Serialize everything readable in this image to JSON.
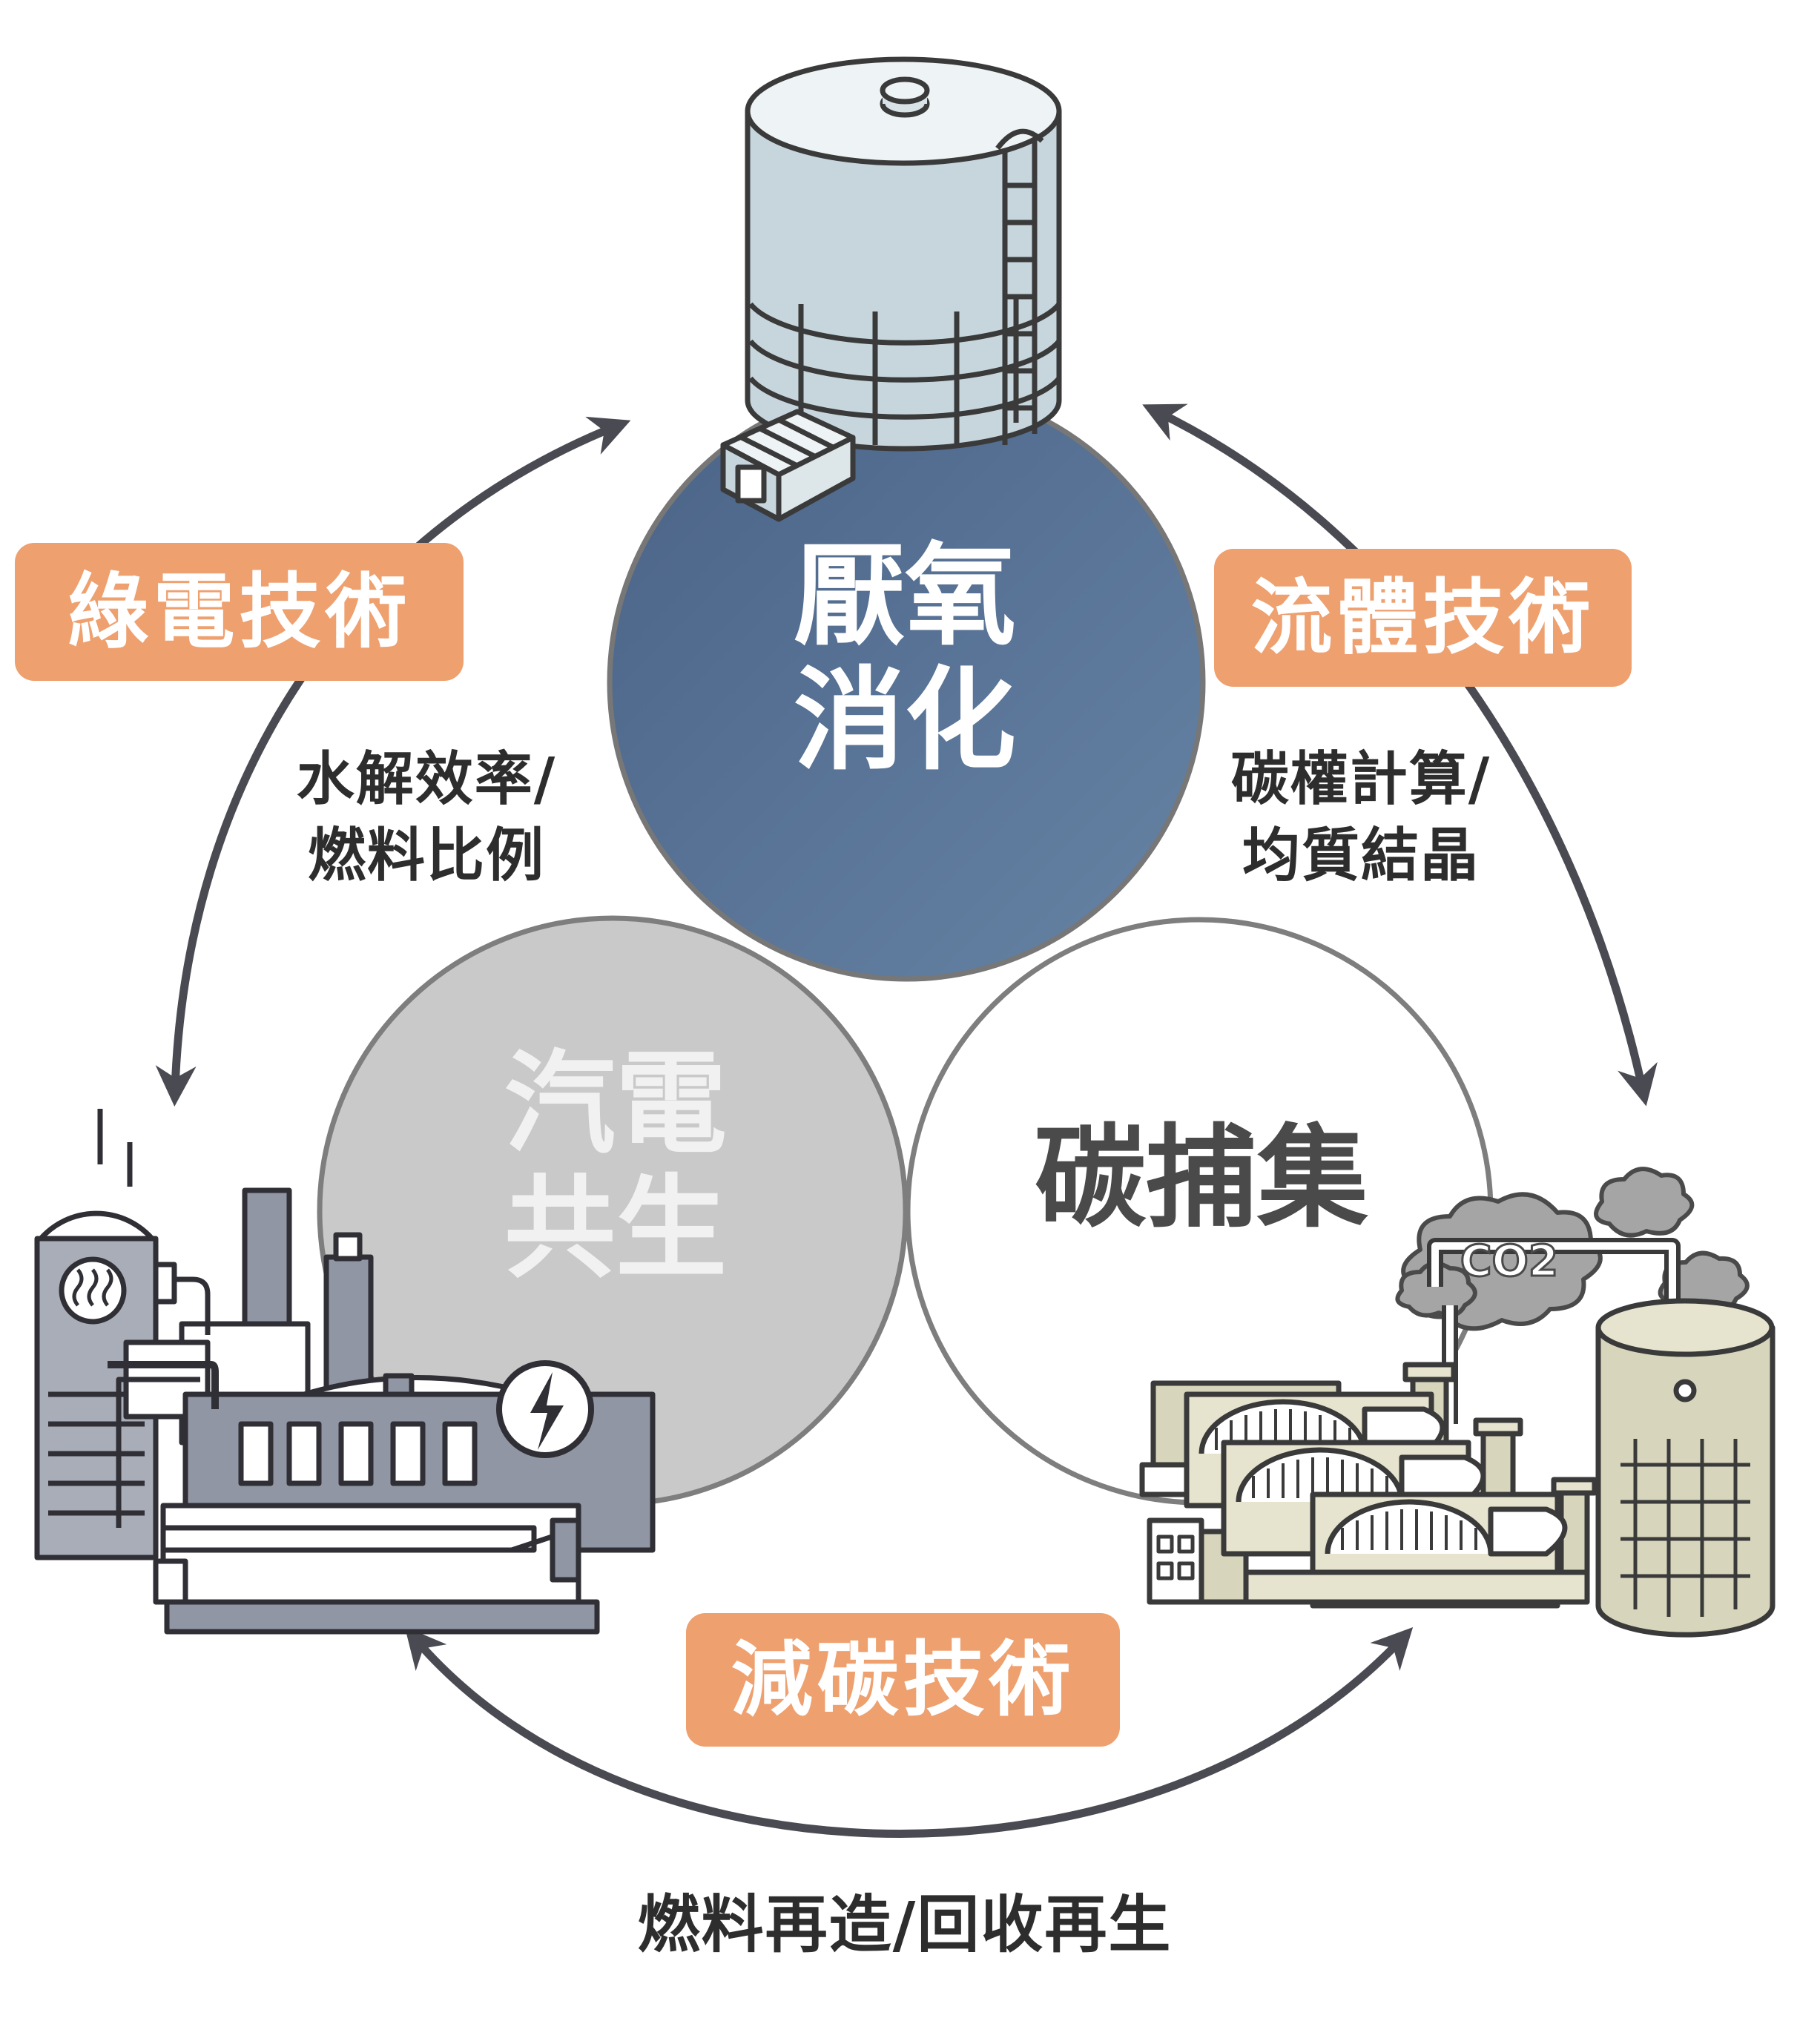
{
  "nodes": {
    "digestion": {
      "line1": "厭氧",
      "line2": "消化"
    },
    "cogeneration": {
      "line1": "汽電",
      "line2": "共生"
    },
    "capture": {
      "label": "碳捕集"
    }
  },
  "links": {
    "green_power": {
      "badge": "綠電技術",
      "note_line1": "水解效率/",
      "note_line2": "燃料比例"
    },
    "fluid": {
      "badge": "流體技術",
      "note_line1": "碳權計算/",
      "note_line2": "均質結晶"
    },
    "carbon_reduction": {
      "badge": "減碳技術",
      "note": "燃料再造/回收再生"
    }
  },
  "illustrations": {
    "co2_label": "CO2"
  },
  "colors": {
    "digestion_fill": "#546e91",
    "cogeneration_fill": "#c9c9c9",
    "capture_fill": "#ffffff",
    "badge": "#eea06f",
    "arrow": "#4a4a52"
  }
}
